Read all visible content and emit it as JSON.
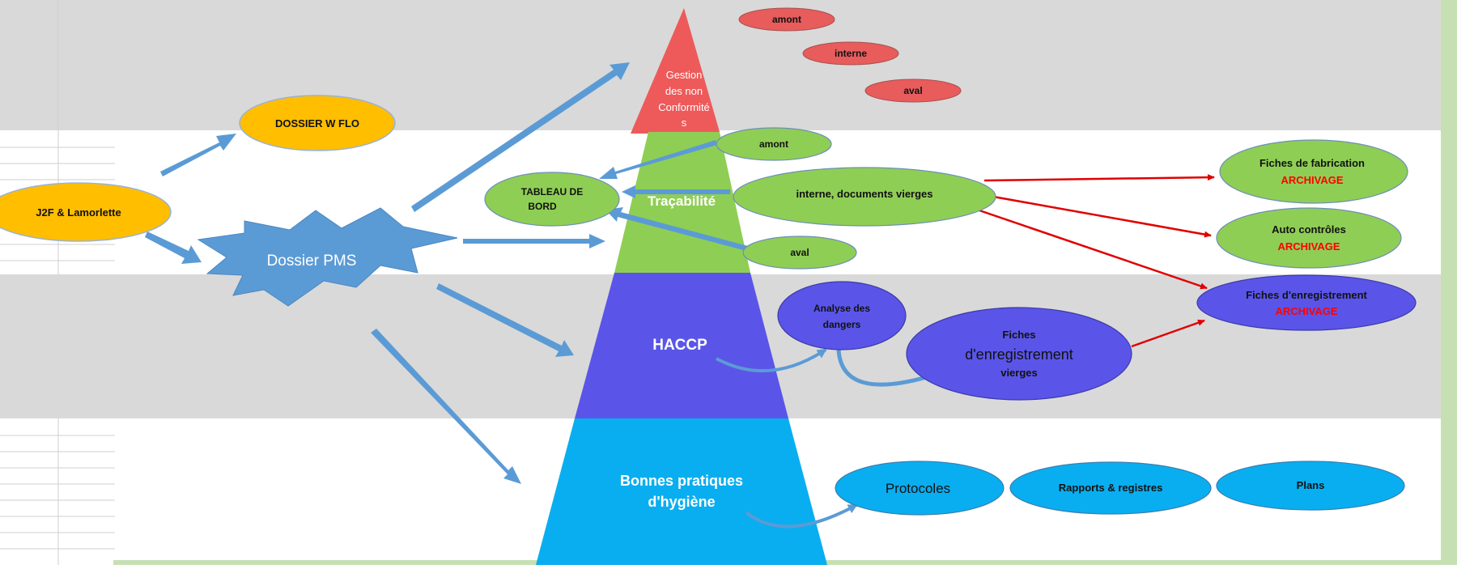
{
  "colors": {
    "band_gray": "#d9d9d9",
    "grid_line": "#cfcfcf",
    "right_strip": "#c6e0b4",
    "arrow_blue": "#5b9bd5",
    "arrow_red": "#e00000",
    "archivage_red": "#ff0000",
    "pyr_red": "#ee5a5a",
    "pyr_green": "#8fce54",
    "pyr_purple": "#5a55e8",
    "pyr_cyan": "#09aef0",
    "ell_orange": "#ffbe00",
    "ell_red": "#e85c5c",
    "ell_green": "#8fce54",
    "ell_purple": "#5a55e8",
    "ell_cyan": "#09aef0",
    "star_blue": "#5b9bd5"
  },
  "sources": {
    "j2f": "J2F & Lamorlette",
    "dossier_wflo": "DOSSIER W FLO",
    "dossier_pms": "Dossier PMS"
  },
  "pyramid": {
    "nonconf": [
      "Gestion",
      "des non",
      "Conformité",
      "s"
    ],
    "tracabilite": "Traçabilité",
    "haccp": "HACCP",
    "bph": [
      "Bonnes pratiques",
      "d'hygiène"
    ]
  },
  "nonconf_items": [
    "amont",
    "interne",
    "aval"
  ],
  "tracabilite": {
    "tableau": [
      "TABLEAU DE",
      "BORD"
    ],
    "amont": "amont",
    "interne": "interne, documents vierges",
    "aval": "aval"
  },
  "archive": [
    {
      "title": "Fiches de fabrication",
      "tag": "ARCHIVAGE"
    },
    {
      "title": "Auto contrôles",
      "tag": "ARCHIVAGE"
    },
    {
      "title": "Fiches d'enregistrement",
      "tag": "ARCHIVAGE"
    }
  ],
  "haccp_items": {
    "analyse": [
      "Analyse des",
      "dangers"
    ],
    "fiches": [
      "Fiches",
      "d'enregistrement",
      "vierges"
    ]
  },
  "bph_items": [
    "Protocoles",
    "Rapports & registres",
    "Plans"
  ]
}
